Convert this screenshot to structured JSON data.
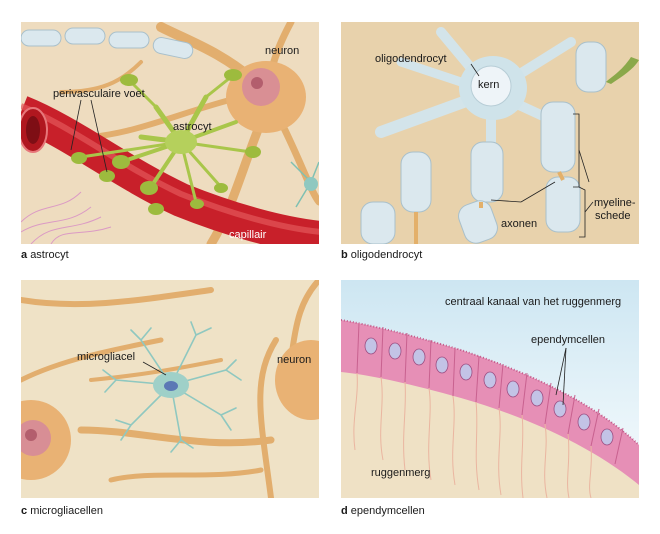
{
  "panels": {
    "a": {
      "letter": "a",
      "caption": "astrocyt",
      "labels": {
        "neuron": "neuron",
        "foot": "perivasculaire voet",
        "astrocyte": "astrocyt",
        "capillary": "capillair"
      }
    },
    "b": {
      "letter": "b",
      "caption": "oligodendrocyt",
      "labels": {
        "oligo": "oligodendrocyt",
        "nucleus": "kern",
        "myelin_1": "myeline-",
        "myelin_2": "schede",
        "axons": "axonen"
      }
    },
    "c": {
      "letter": "c",
      "caption": "microgliacellen",
      "labels": {
        "microglia": "microgliacel",
        "neuron": "neuron"
      }
    },
    "d": {
      "letter": "d",
      "caption": "ependymcellen",
      "labels": {
        "canal": "centraal kanaal van het ruggenmerg",
        "ependymal": "ependymcellen",
        "spinal": "ruggenmerg"
      }
    }
  },
  "colors": {
    "tissue": "#eedcbf",
    "neuron": "#e8b070",
    "astrocyte": "#a9c64a",
    "capillary": "#c8202a",
    "myelin": "#d8e6ec",
    "microglia": "#8fc8c0",
    "ependyma": "#e58fb6",
    "canal": "#c6e2ef"
  }
}
